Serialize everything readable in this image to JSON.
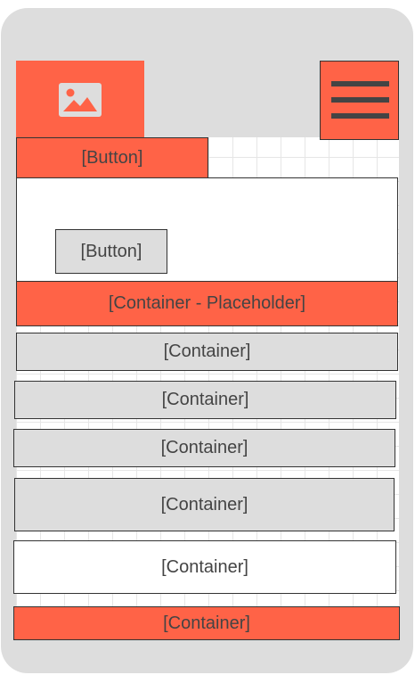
{
  "header": {
    "logo_icon": "image-icon",
    "menu_icon": "hamburger-menu-icon"
  },
  "top_button_label": "[Button]",
  "hero": {
    "button_label": "[Button]"
  },
  "placeholder_label": "[Container - Placeholder]",
  "containers": [
    "[Container]",
    "[Container]",
    "[Container]",
    "[Container]",
    "[Container]",
    "[Container]"
  ],
  "colors": {
    "accent": "#ff6347",
    "gray": "#dddddd",
    "text": "#444444"
  }
}
